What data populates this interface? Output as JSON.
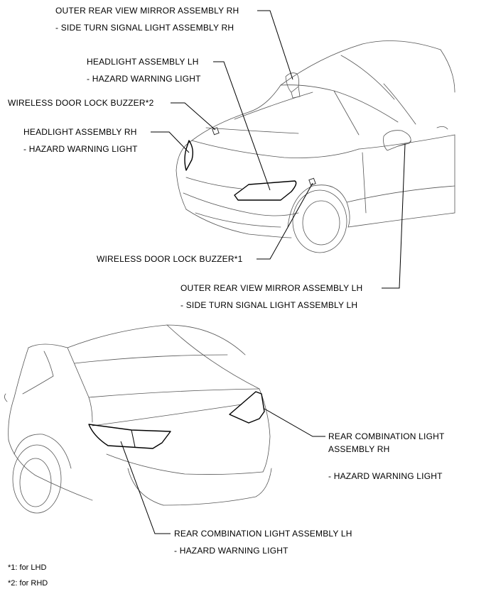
{
  "labels": {
    "mirror_rh": "OUTER REAR VIEW MIRROR ASSEMBLY RH",
    "mirror_rh_sub": "- SIDE TURN SIGNAL LIGHT ASSEMBLY RH",
    "headlight_lh": "HEADLIGHT ASSEMBLY LH",
    "headlight_lh_sub": "- HAZARD WARNING LIGHT",
    "buzzer_2": "WIRELESS DOOR LOCK BUZZER*2",
    "headlight_rh": "HEADLIGHT ASSEMBLY RH",
    "headlight_rh_sub": "- HAZARD WARNING LIGHT",
    "buzzer_1": "WIRELESS DOOR LOCK BUZZER*1",
    "mirror_lh": "OUTER REAR VIEW MIRROR ASSEMBLY LH",
    "mirror_lh_sub": "- SIDE TURN SIGNAL LIGHT ASSEMBLY LH",
    "rear_rh_line1": "REAR COMBINATION LIGHT",
    "rear_rh_line2": "ASSEMBLY RH",
    "rear_rh_sub": "- HAZARD WARNING LIGHT",
    "rear_lh": "REAR COMBINATION LIGHT ASSEMBLY LH",
    "rear_lh_sub": "- HAZARD WARNING LIGHT"
  },
  "notes": {
    "note1": "*1: for LHD",
    "note2": "*2: for RHD"
  }
}
